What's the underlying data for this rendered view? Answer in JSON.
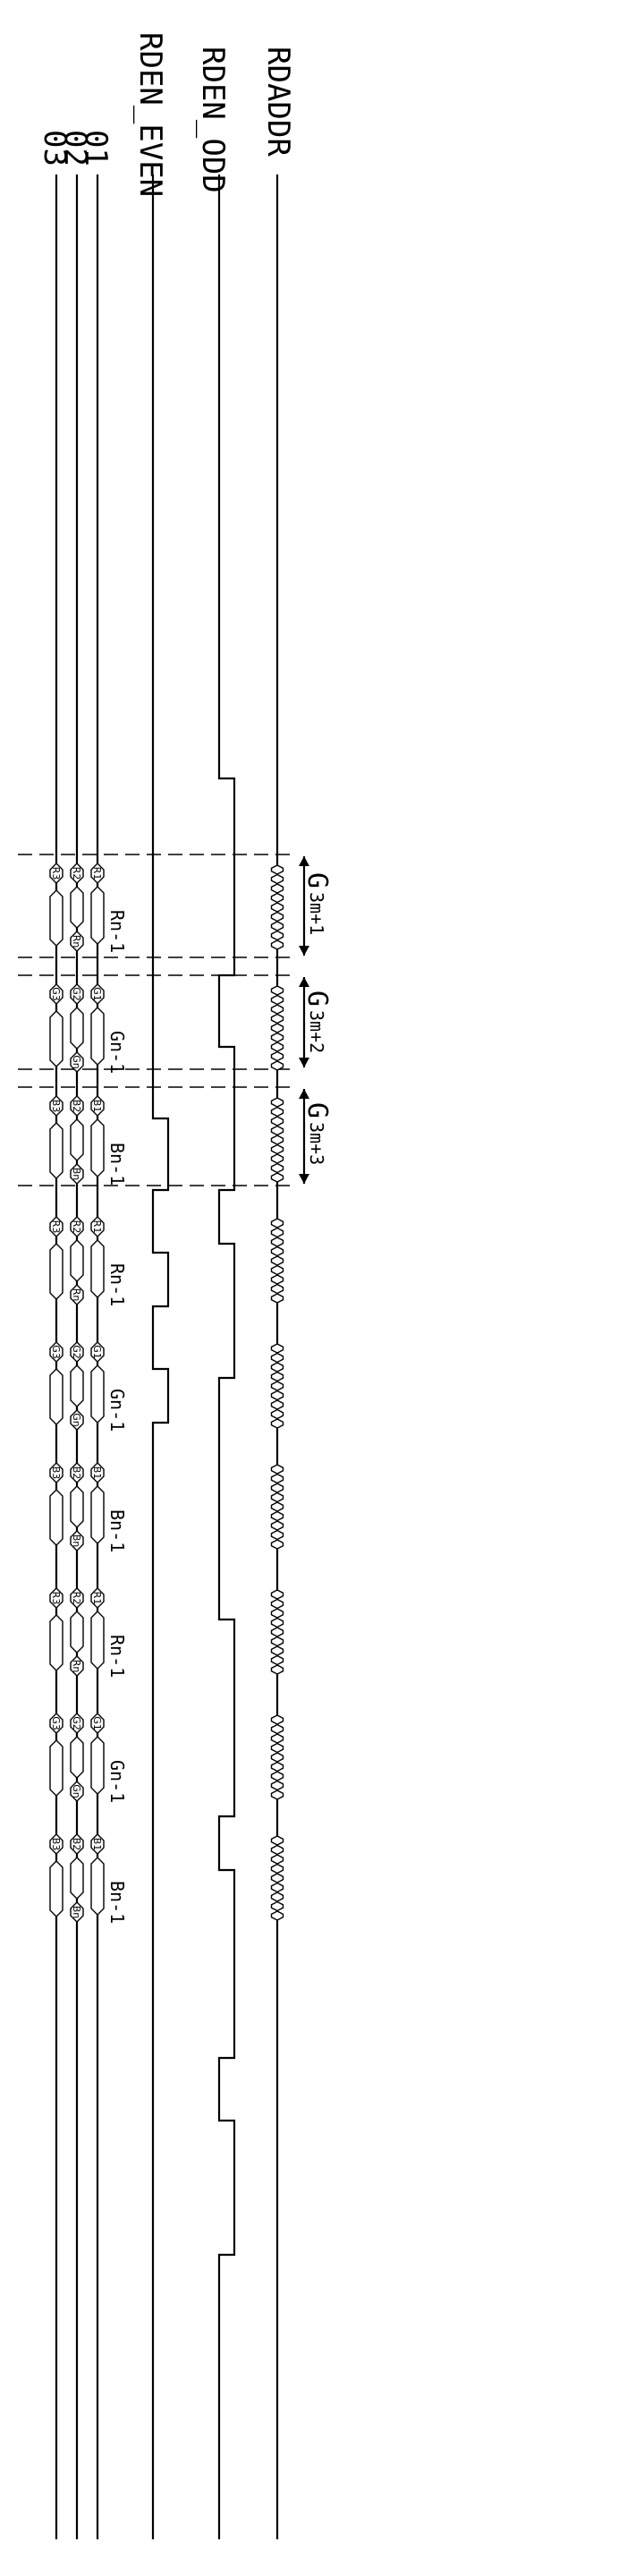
{
  "signals": {
    "rdaddr": "RDADDR",
    "rden_odd": "RDEN_ODD",
    "rden_even": "RDEN_EVEN",
    "o1": "01",
    "o2": "02",
    "o3": "03"
  },
  "groups": [
    {
      "main": "G",
      "sub": "3m+1"
    },
    {
      "main": "G",
      "sub": "3m+2"
    },
    {
      "main": "G",
      "sub": "3m+3"
    }
  ],
  "blocks": [
    {
      "color": "R",
      "label": "Rn-1",
      "pattern": "hatch-ne",
      "o1": "R1",
      "o2": "R2",
      "o3": "R3",
      "o2end": "Rn"
    },
    {
      "color": "G",
      "label": "Gn-1",
      "pattern": "hatch-nw",
      "o1": "G1",
      "o2": "G2",
      "o3": "G3",
      "o2end": "Gn"
    },
    {
      "color": "B",
      "label": "Bn-1",
      "pattern": "bars",
      "o1": "B1",
      "o2": "B2",
      "o3": "B3",
      "o2end": "Bn"
    },
    {
      "color": "R",
      "label": "Rn-1",
      "pattern": "hatch-ne",
      "o1": "R1",
      "o2": "R2",
      "o3": "R3",
      "o2end": "Rn"
    },
    {
      "color": "G",
      "label": "Gn-1",
      "pattern": "hatch-nw",
      "o1": "G1",
      "o2": "G2",
      "o3": "G3",
      "o2end": "Gn"
    },
    {
      "color": "B",
      "label": "Bn-1",
      "pattern": "bars",
      "o1": "B1",
      "o2": "B2",
      "o3": "B3",
      "o2end": "Bn"
    },
    {
      "color": "R",
      "label": "Rn-1",
      "pattern": "hatch-ne",
      "o1": "R1",
      "o2": "R2",
      "o3": "R3",
      "o2end": "Rn"
    },
    {
      "color": "G",
      "label": "Gn-1",
      "pattern": "hatch-nw",
      "o1": "G1",
      "o2": "G2",
      "o3": "G3",
      "o2end": "Gn"
    },
    {
      "color": "B",
      "label": "Bn-1",
      "pattern": "bars",
      "o1": "B1",
      "o2": "B2",
      "o3": "B3",
      "o2end": "Bn"
    }
  ]
}
